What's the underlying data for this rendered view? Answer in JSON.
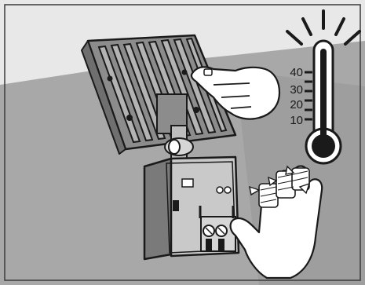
{
  "colors": {
    "frame": "#3a3a3a",
    "wall_light": "#e6e6e6",
    "wall_dark": "#a8a8a8",
    "device_fill": "#8c8c8c",
    "device_light": "#c9c9c9",
    "outline": "#1a1a1a",
    "hand_fill": "#ffffff",
    "bandage_fill": "#ffffff",
    "thermometer_bulb": "#1a1a1a"
  },
  "icons": {
    "thermometer": "thermometer-icon",
    "heat_rays": "heat-rays-icon",
    "pointing_hand": "pointing-hand-icon",
    "bandaged_hand": "bandaged-hand-icon",
    "floodlight": "floodlight-icon",
    "junction_box": "junction-box-icon"
  },
  "thermometer": {
    "scale_labels": [
      "40",
      "30",
      "20",
      "10"
    ]
  }
}
